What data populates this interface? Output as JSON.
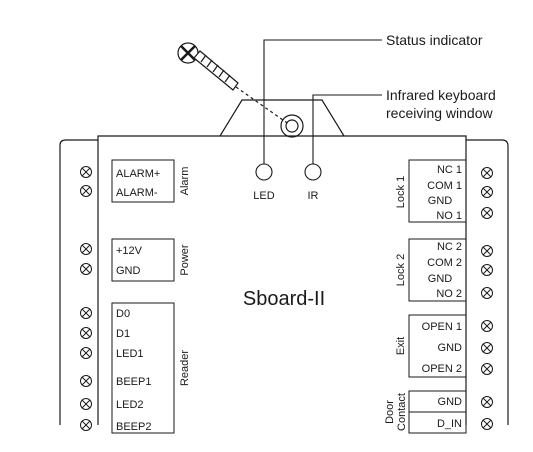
{
  "callouts": {
    "status": "Status indicator",
    "infrared_line1": "Infrared keyboard",
    "infrared_line2": "receiving window"
  },
  "board": {
    "name": "Sboard-II",
    "led_label": "LED",
    "ir_label": "IR"
  },
  "left_groups": {
    "alarm": {
      "title": "Alarm",
      "pins": [
        "ALARM+",
        "ALARM-"
      ]
    },
    "power": {
      "title": "Power",
      "pins": [
        "+12V",
        "GND"
      ]
    },
    "reader": {
      "title": "Reader",
      "pins": [
        "D0",
        "D1",
        "LED1",
        "BEEP1",
        "LED2",
        "BEEP2"
      ]
    }
  },
  "right_groups": {
    "lock1": {
      "title": "Lock 1",
      "pins": [
        "NC 1",
        "COM 1",
        "GND",
        "NO 1"
      ]
    },
    "lock2": {
      "title": "Lock 2",
      "pins": [
        "NC 2",
        "COM 2",
        "GND",
        "NO 2"
      ]
    },
    "exit": {
      "title": "Exit",
      "pins": [
        "OPEN 1",
        "GND",
        "OPEN 2"
      ]
    },
    "door": {
      "title_line1": "Door",
      "title_line2": "Contact",
      "pins": [
        "GND",
        "D_IN"
      ]
    }
  }
}
